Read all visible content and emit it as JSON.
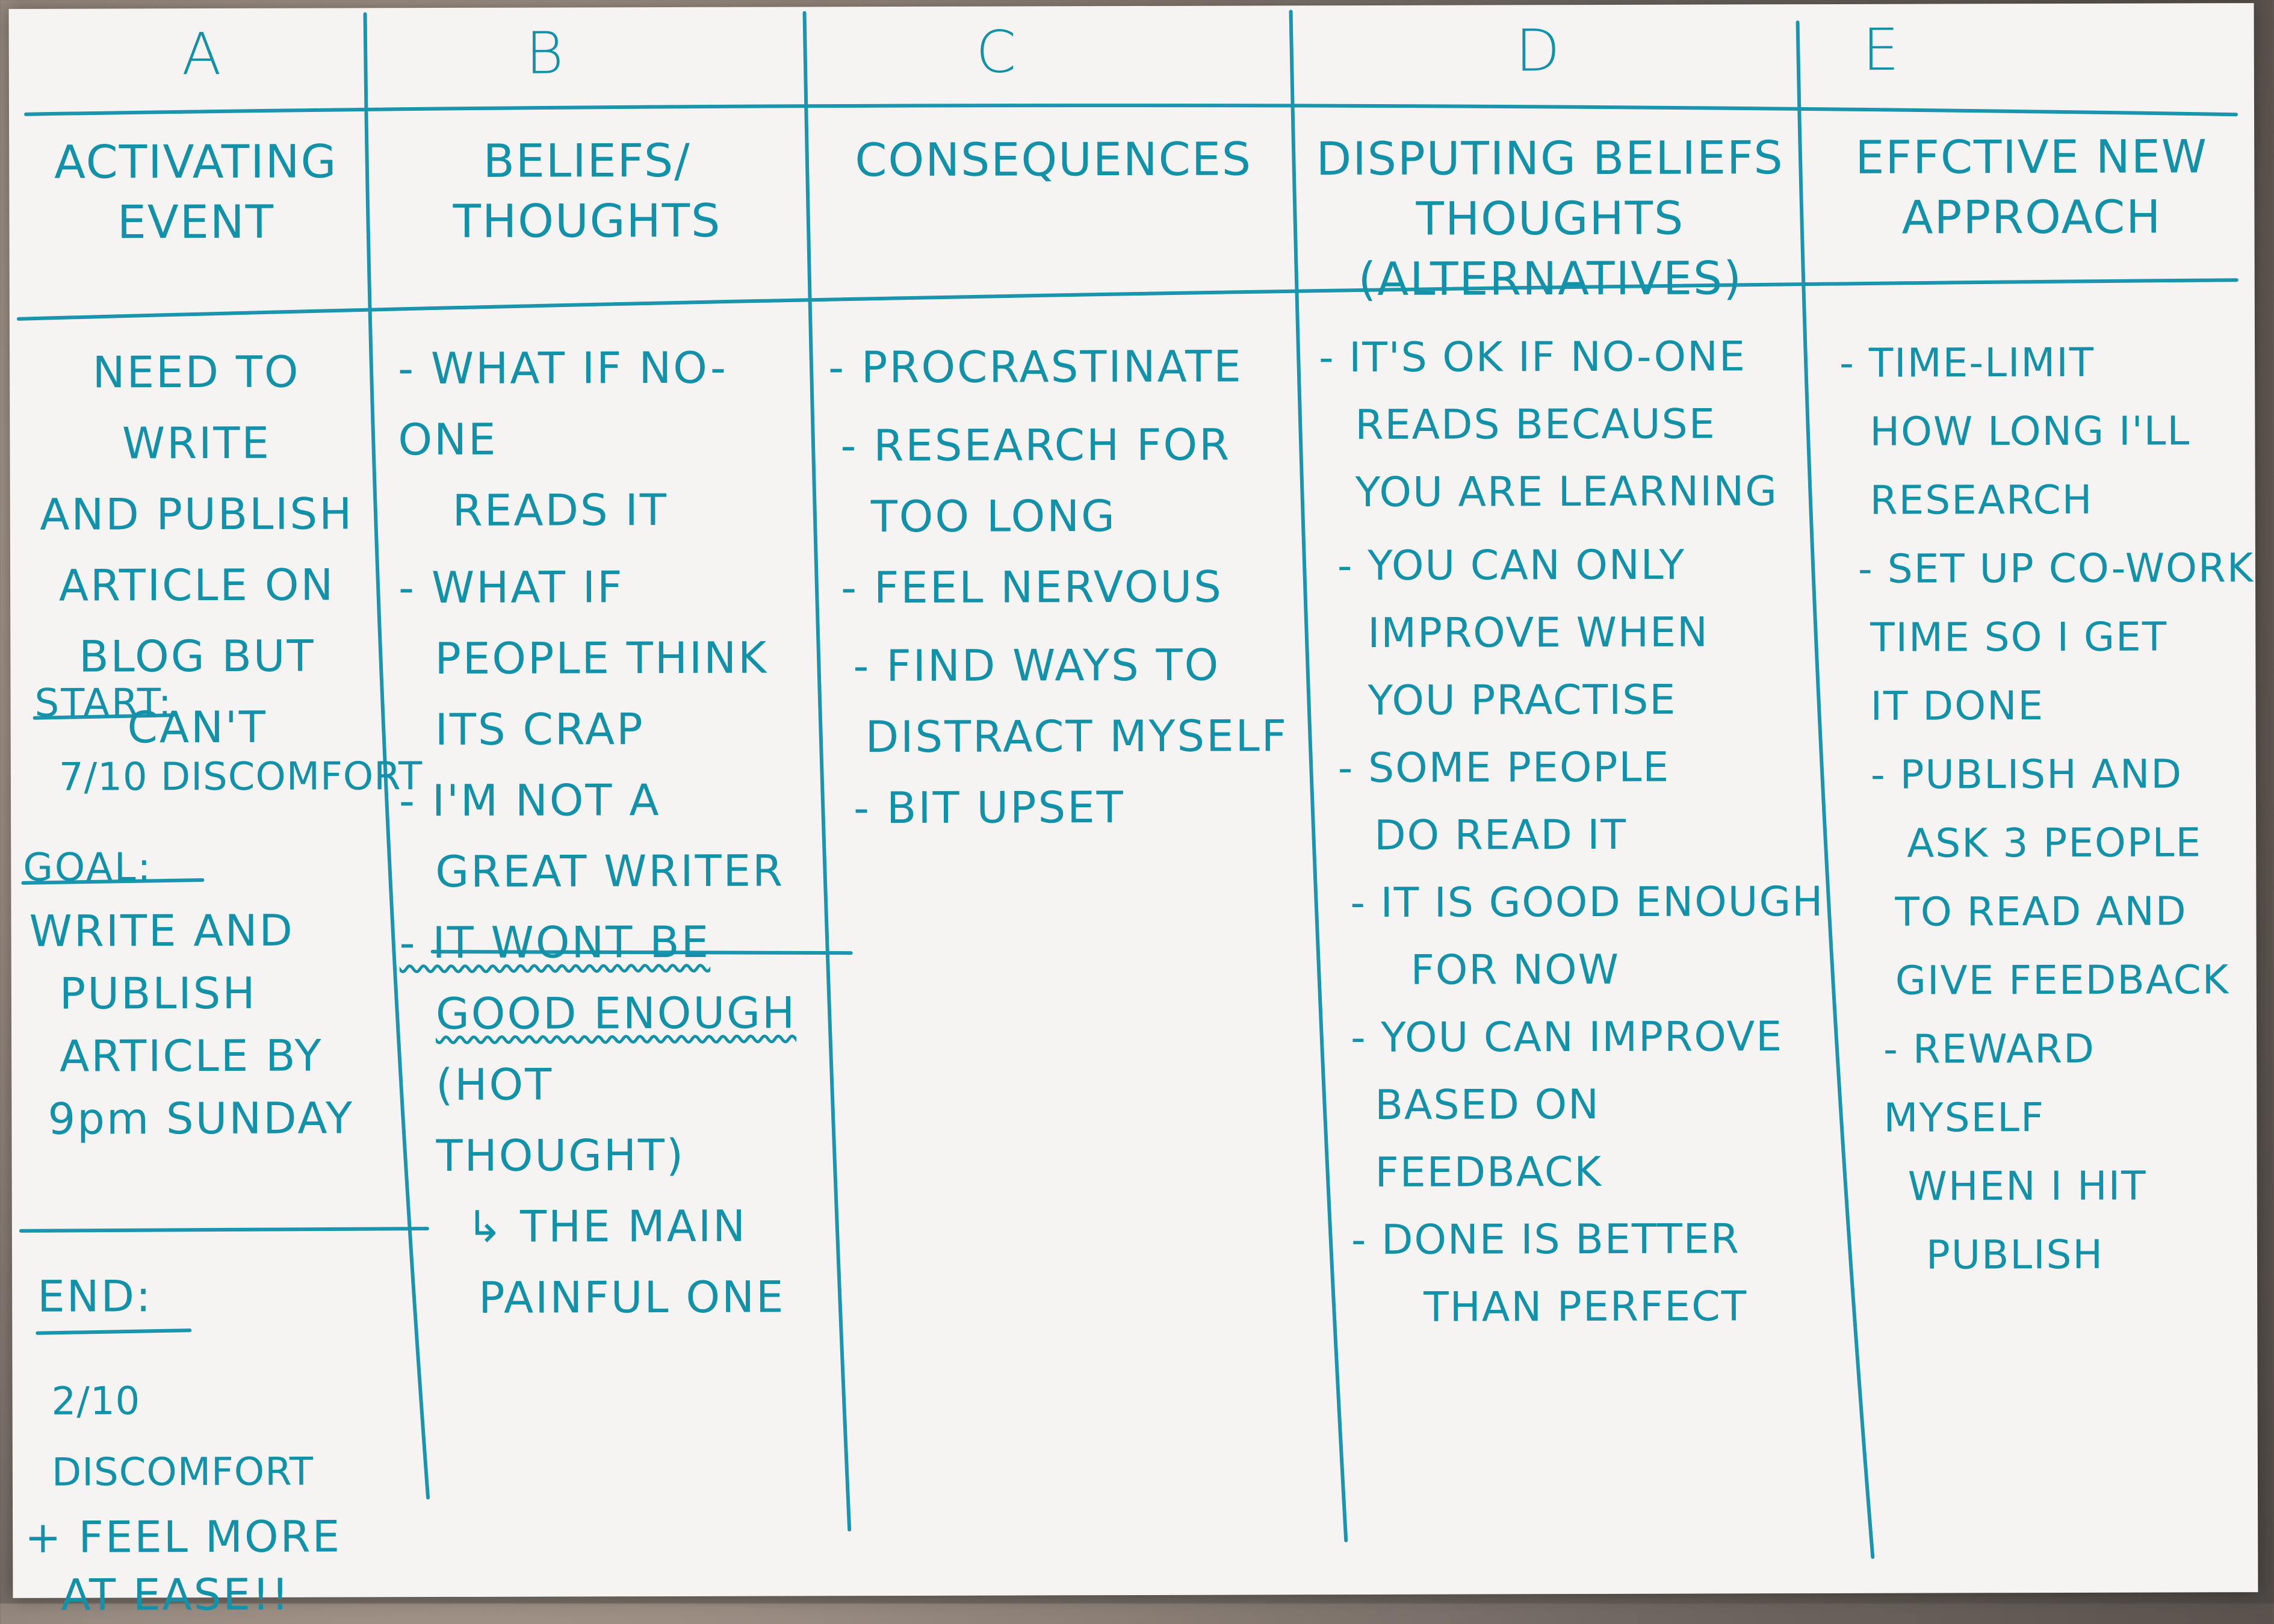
{
  "columns": [
    {
      "letter": "A",
      "header": "ACTIVATING\nEVENT"
    },
    {
      "letter": "B",
      "header": "BELIEFS/\nTHOUGHTS"
    },
    {
      "letter": "C",
      "header": "CONSEQUENCES"
    },
    {
      "letter": "D",
      "header": "DISPUTING BELIEFS\nTHOUGHTS\n(ALTERNATIVES)"
    },
    {
      "letter": "E",
      "header": "EFFCTIVE NEW\nAPPROACH"
    }
  ],
  "activating": {
    "event": [
      "NEED TO WRITE",
      "AND PUBLISH",
      "ARTICLE ON",
      "BLOG BUT",
      "CAN'T"
    ],
    "start_label": "START:",
    "start_value": "7/10 DISCOMFORT",
    "goal_label": "GOAL:",
    "goal": [
      "WRITE AND",
      "PUBLISH",
      "ARTICLE BY",
      "9pm SUNDAY"
    ],
    "end_label": "END:",
    "end": [
      "2/10 DISCOMFORT",
      "+ FEEL MORE",
      "AT EASE!!"
    ]
  },
  "beliefs": {
    "items": [
      [
        "- WHAT IF NO-ONE",
        "READS IT"
      ],
      [
        "- WHAT IF",
        "PEOPLE THINK",
        "ITS CRAP"
      ],
      [
        "- I'M NOT A",
        "GREAT WRITER"
      ]
    ],
    "hot_thought": [
      "- IT WONT BE",
      "GOOD ENOUGH"
    ],
    "hot_note": [
      "(HOT THOUGHT)",
      "↳ THE MAIN",
      "PAINFUL ONE"
    ]
  },
  "consequences": [
    [
      "- PROCRASTINATE"
    ],
    [
      "- RESEARCH FOR",
      "TOO LONG"
    ],
    [
      "- FEEL NERVOUS"
    ],
    [
      "- FIND WAYS TO",
      "DISTRACT MYSELF"
    ],
    [
      "- BIT UPSET"
    ]
  ],
  "disputing": [
    [
      "- IT'S OK IF NO-ONE",
      "READS BECAUSE",
      "YOU ARE LEARNING"
    ],
    [
      "- YOU CAN ONLY",
      "IMPROVE WHEN",
      "YOU PRACTISE"
    ],
    [
      "- SOME PEOPLE",
      "DO READ IT"
    ],
    [
      "- IT IS GOOD ENOUGH",
      "FOR NOW"
    ],
    [
      "- YOU CAN IMPROVE",
      "BASED ON FEEDBACK"
    ],
    [
      "- DONE IS BETTER",
      "THAN PERFECT"
    ]
  ],
  "approach": [
    [
      "- TIME-LIMIT",
      "HOW LONG I'LL",
      "RESEARCH"
    ],
    [
      "- SET UP CO-WORK",
      "TIME SO I GET",
      "IT DONE"
    ],
    [
      "- PUBLISH AND",
      "ASK 3 PEOPLE",
      "TO READ AND",
      "GIVE FEEDBACK"
    ],
    [
      "- REWARD MYSELF",
      "WHEN I HIT",
      "PUBLISH"
    ]
  ]
}
